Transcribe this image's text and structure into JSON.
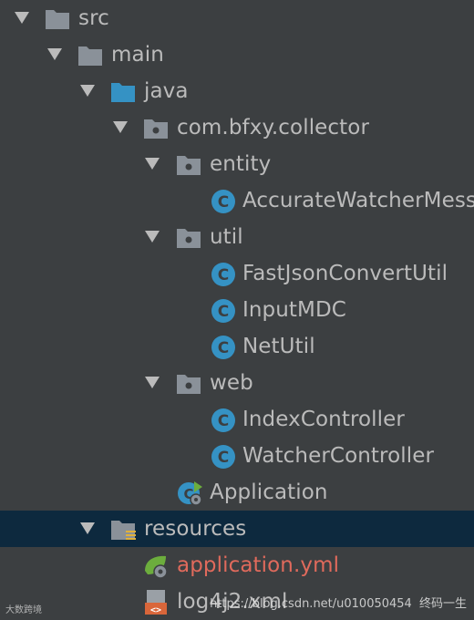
{
  "tree": {
    "src": "src",
    "main": "main",
    "java": "java",
    "package": "com.bfxy.collector",
    "entity": "entity",
    "accurate_watcher": "AccurateWatcherMessage",
    "util": "util",
    "fastjson": "FastJsonConvertUtil",
    "inputmdc": "InputMDC",
    "netutil": "NetUtil",
    "web": "web",
    "index_controller": "IndexController",
    "watcher_controller": "WatcherController",
    "application": "Application",
    "resources": "resources",
    "application_yml": "application.yml",
    "log4j2": "log4j2.xml"
  },
  "watermark": {
    "url": "https://blog.csdn.net/u010050454",
    "account": "终码一生",
    "left": "大数跨境"
  },
  "colors": {
    "background": "#3c3f41",
    "selected_row": "#0d293e",
    "folder": "#8a9199",
    "source_folder": "#3592c4",
    "class_icon": "#3592c4",
    "spring_green": "#6cad3d",
    "modified_file_text": "#e06a5c"
  }
}
